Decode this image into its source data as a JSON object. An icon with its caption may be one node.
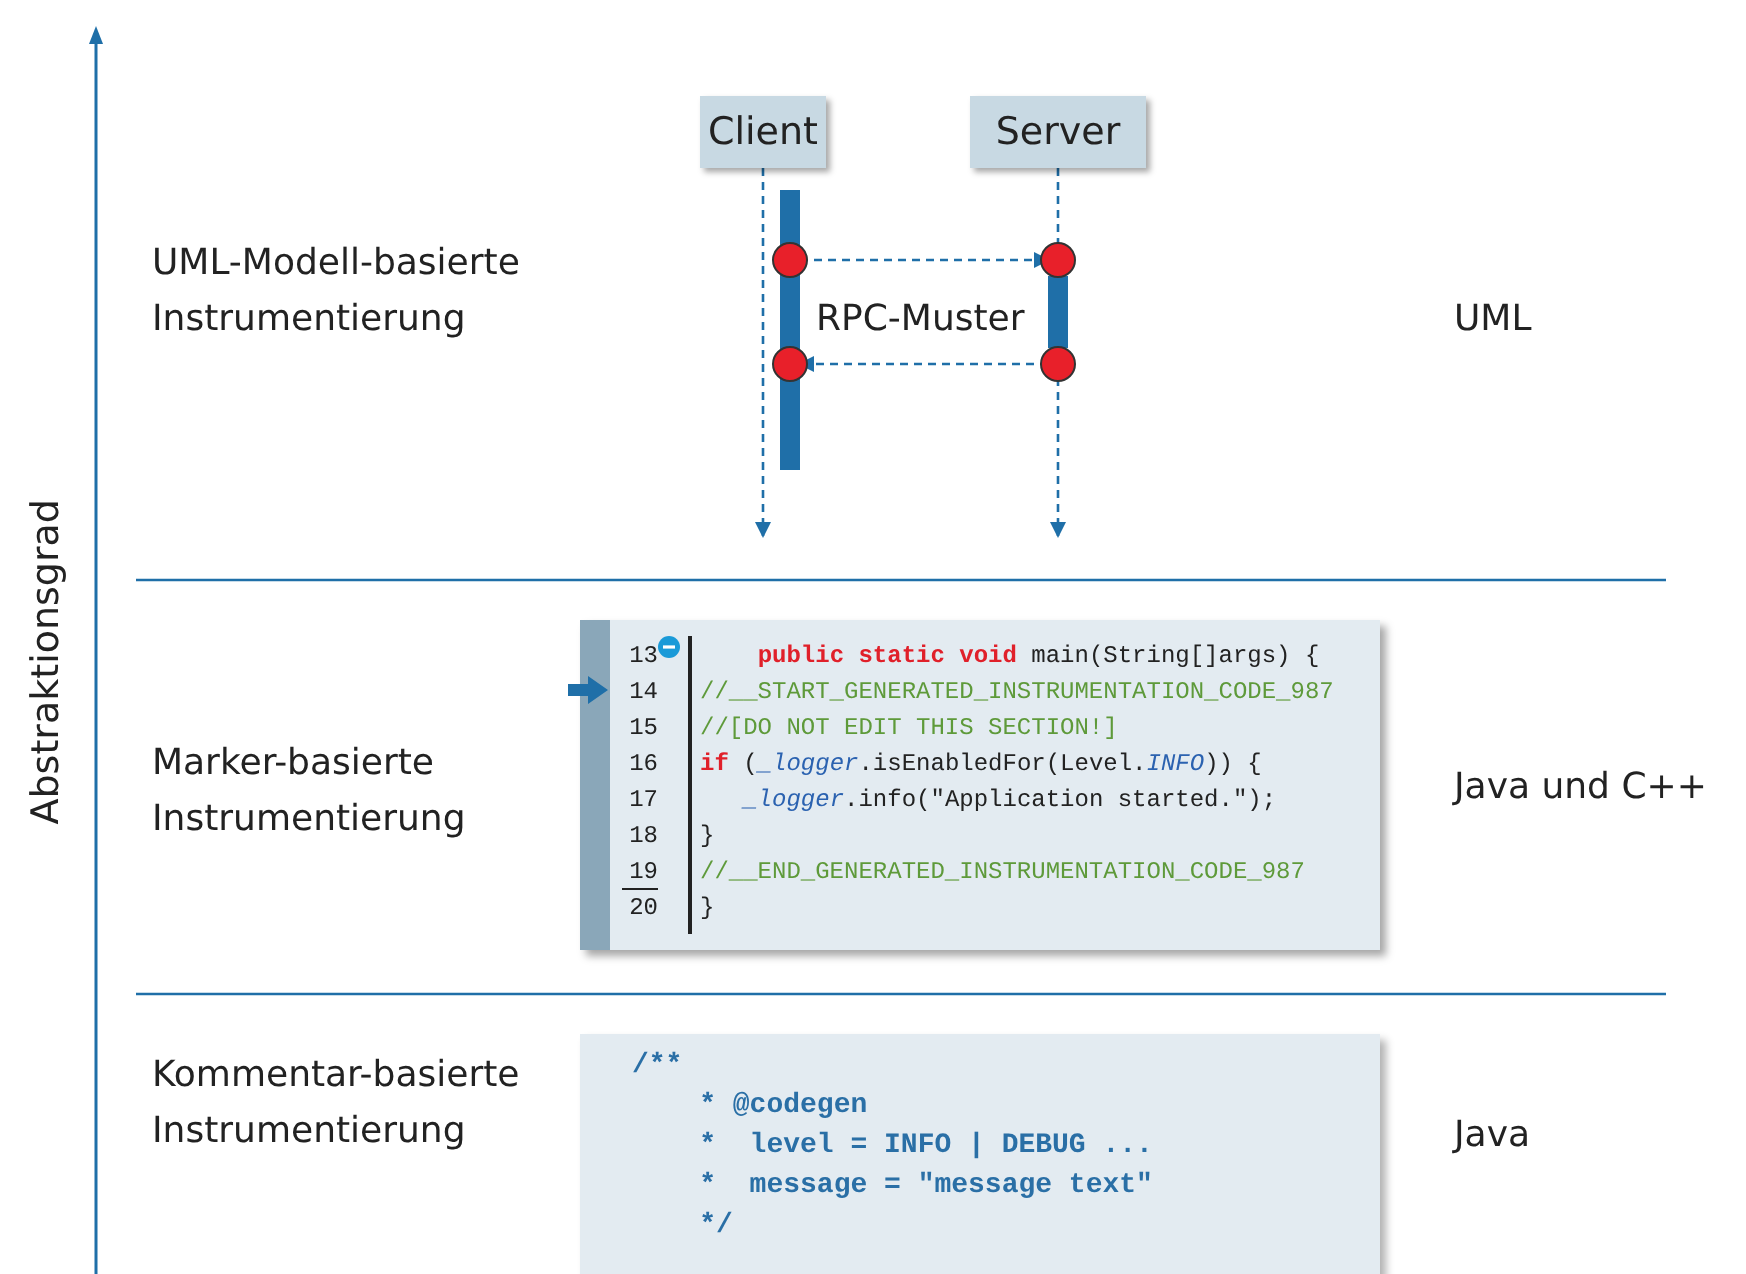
{
  "diagram": {
    "nodes": [
      {
        "text": [
          "Client"
        ]
      },
      {
        "text": [
          "Server"
        ]
      },
      {
        "text": [],
        "shape": "bar"
      },
      {
        "text": [],
        "shape": "bar"
      },
      {
        "text": [
          "13",
          "    **public static void** main(String[]args) {",
          "14",
          "//__START_GENERATED_INSTRUMENTATION_CODE_987",
          "15",
          "//[DO NOT EDIT THIS SECTION!]",
          "16",
          "**if** (*_logger*.isEnabledFor(Level.*INFO*)) {",
          "17",
          "   *_logger*.info(\"Application started.\");",
          "18",
          "}",
          "19",
          "//__END_GENERATED_INSTRUMENTATION_CODE_987",
          "20",
          "}"
        ]
      },
      {
        "text": [
          "/**",
          "    * @codegen",
          "    *  level = INFO | DEBUG ...",
          "    *  message = \"message text\"",
          "    */"
        ]
      }
    ],
    "edges": [
      {
        "from": 0,
        "to": null,
        "arrow": "to",
        "style": "dashed"
      },
      {
        "from": 1,
        "to": null,
        "arrow": "to",
        "style": "dashed"
      },
      {
        "from": 2,
        "to": 3,
        "arrow": "to",
        "style": "dashed"
      },
      {
        "from": 3,
        "to": 2,
        "arrow": "to",
        "style": "dashed"
      }
    ],
    "labels": [
      "Abstraktionsgrad",
      "UML-Modell-basierte Instrumentierung",
      "RPC-Muster",
      "UML",
      "Marker-basierte Instrumentierung",
      "Java und C++",
      "Kommentar-basierte Instrumentierung",
      "Java"
    ]
  }
}
